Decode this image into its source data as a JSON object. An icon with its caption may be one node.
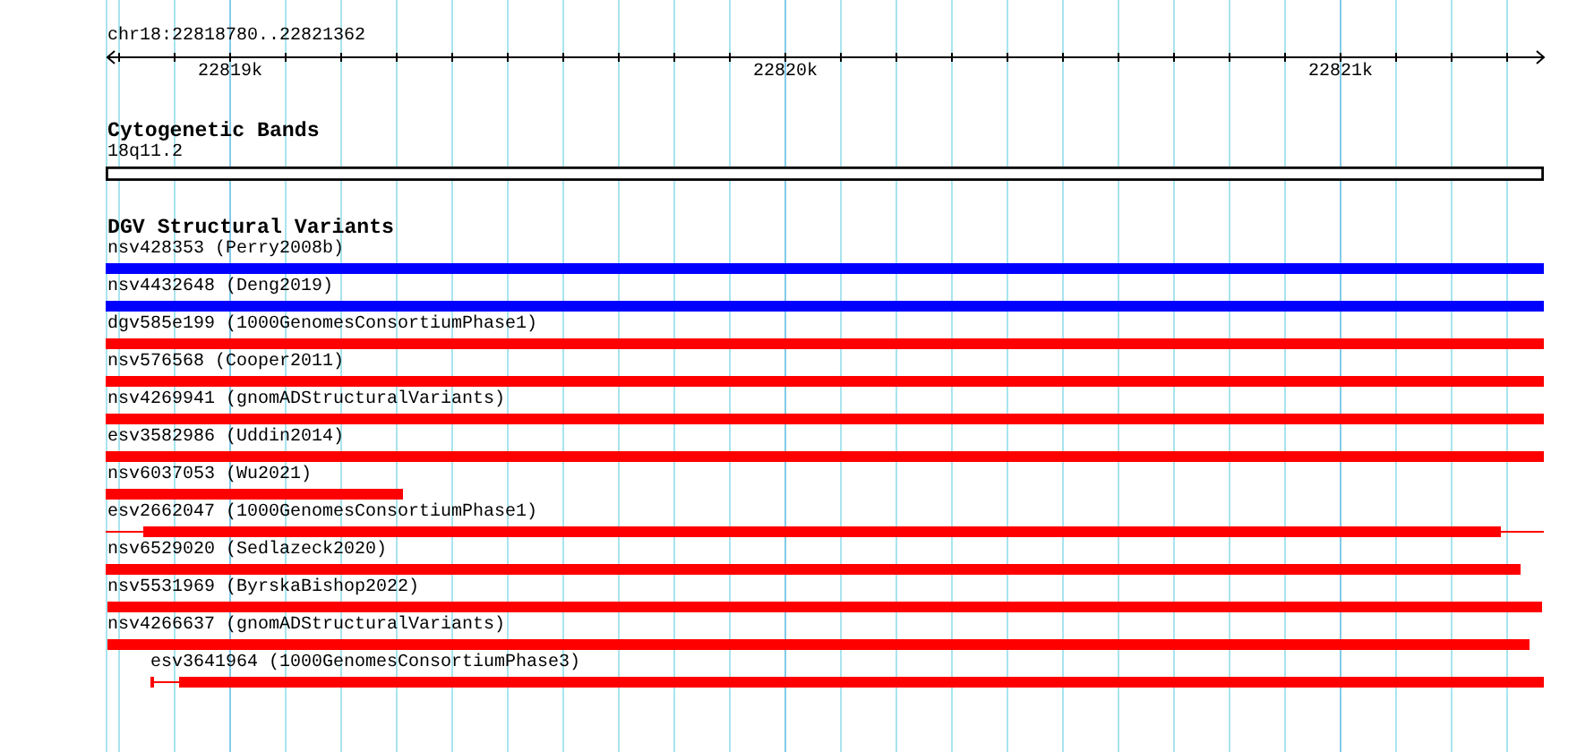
{
  "diagram": {
    "title": "chr18:22818780..22821362",
    "nodes": [
      {
        "text": [
          "18q11.2"
        ]
      },
      {
        "text": [
          "nsv428353 (Perry2008b)"
        ]
      },
      {
        "text": [
          "nsv4432648 (Deng2019)"
        ]
      },
      {
        "text": [
          "dgv585e199 (1000GenomesConsortiumPhase1)"
        ]
      },
      {
        "text": [
          "nsv576568 (Cooper2011)"
        ]
      },
      {
        "text": [
          "nsv4269941 (gnomADStructuralVariants)"
        ]
      },
      {
        "text": [
          "esv3582986 (Uddin2014)"
        ]
      },
      {
        "text": [
          "nsv6037053 (Wu2021)"
        ]
      },
      {
        "text": [
          "esv2662047 (1000GenomesConsortiumPhase1)"
        ]
      },
      {
        "text": [
          "nsv6529020 (Sedlazeck2020)"
        ]
      },
      {
        "text": [
          "nsv5531969 (ByrskaBishop2022)"
        ]
      },
      {
        "text": [
          "nsv4266637 (gnomADStructuralVariants)"
        ]
      },
      {
        "text": [
          "esv3641964 (1000GenomesConsortiumPhase3)"
        ]
      }
    ],
    "labels": [
      "22819k",
      "22820k",
      "22821k",
      "Cytogenetic Bands",
      "DGV Structural Variants"
    ]
  }
}
